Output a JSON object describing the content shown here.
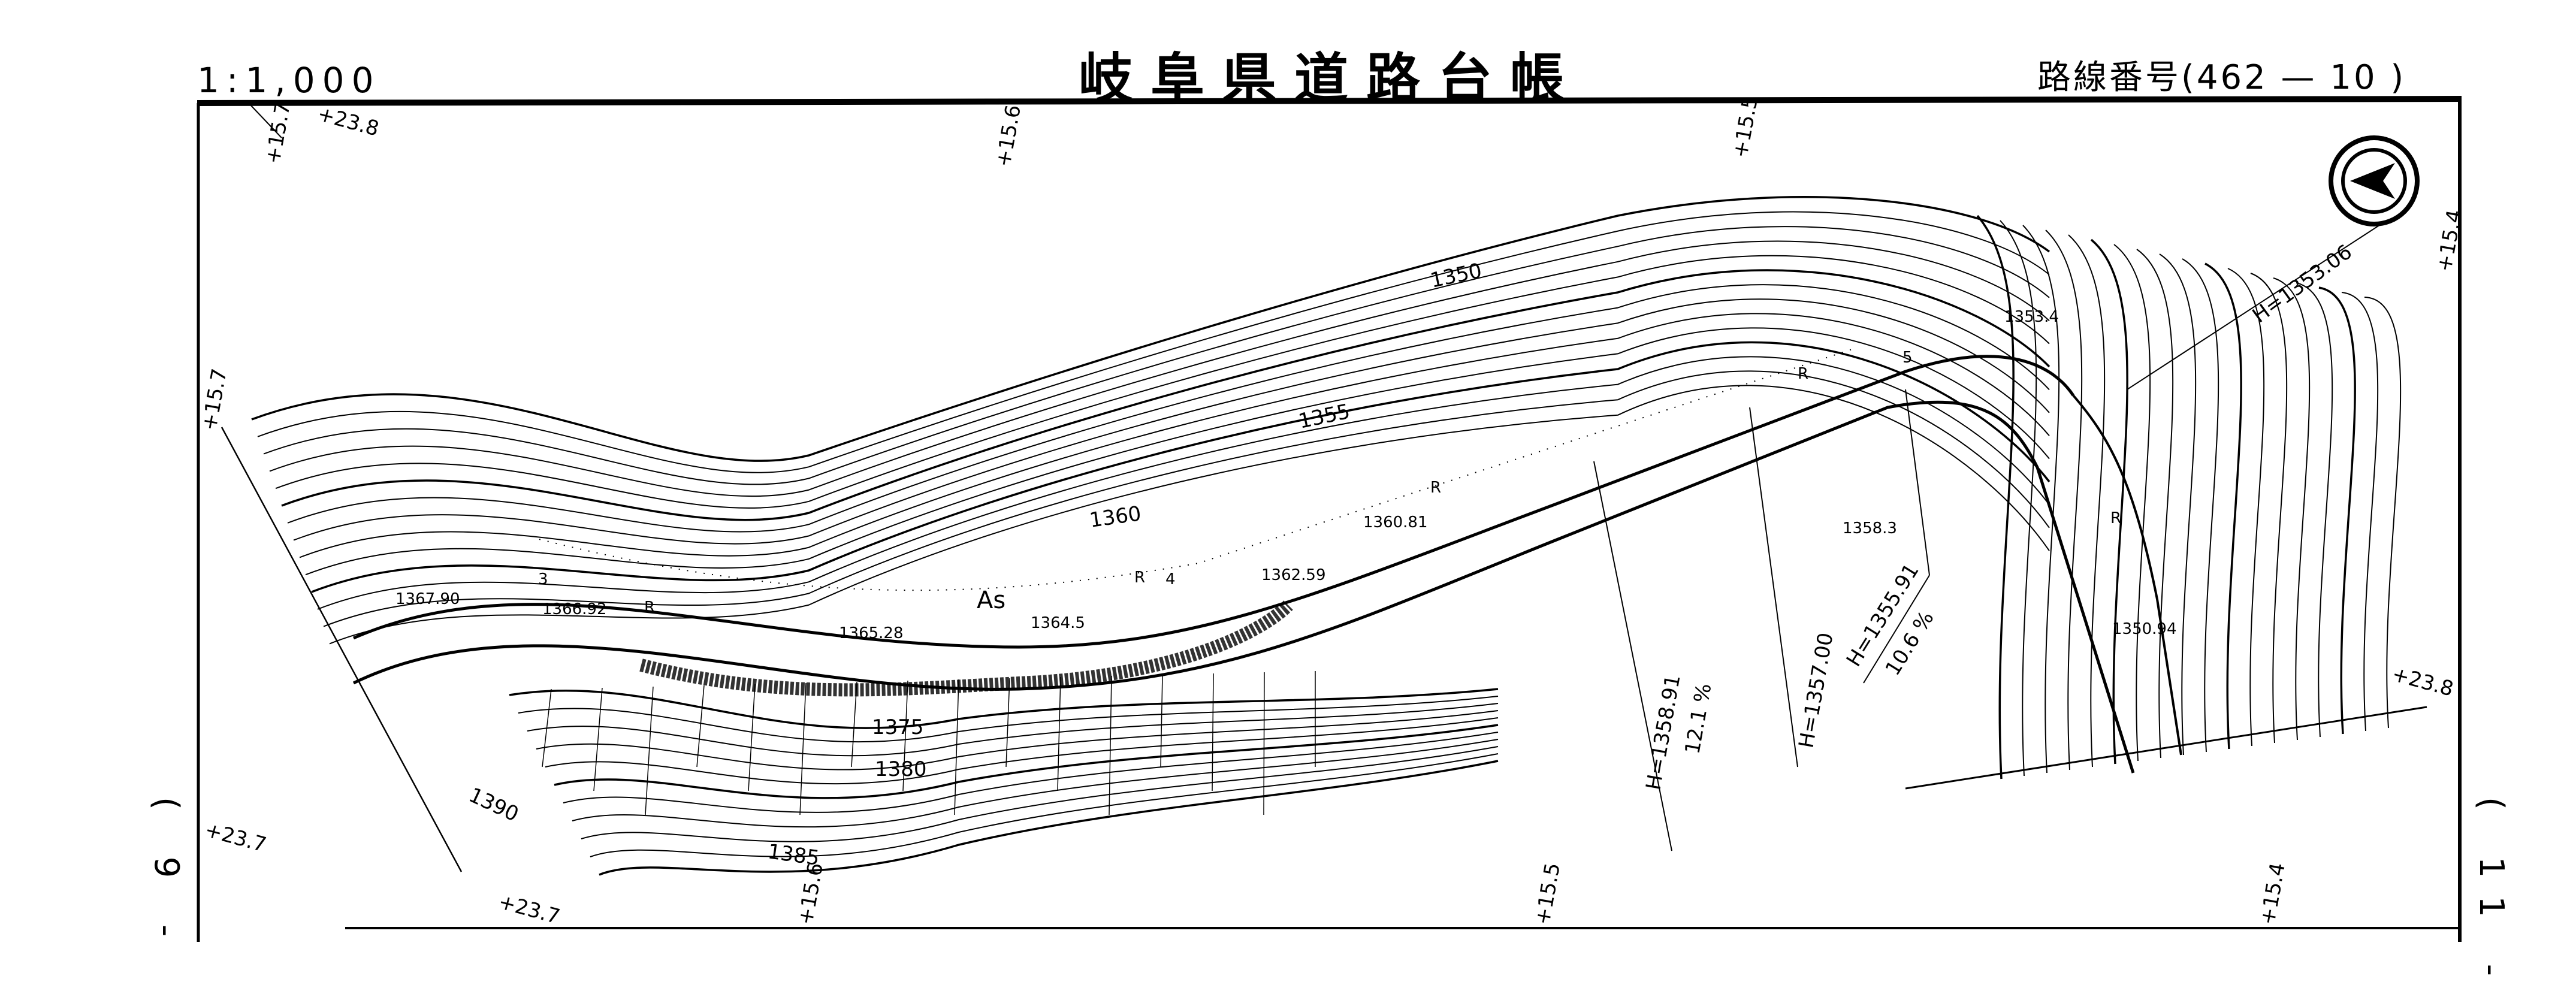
{
  "header": {
    "scale": "1:1,000",
    "title": "岐阜県道路台帳",
    "route_label": "路線番号",
    "route_number": "(462 — 10 )"
  },
  "side_refs": {
    "left": "( 9 -",
    "right": "( 11 -"
  },
  "north_arrow": {
    "icon": "north-arrow-icon"
  },
  "offsets": {
    "top": [
      "+15.7",
      "+23.8",
      "+15.6",
      "+15.5",
      "+15.4"
    ],
    "left": [
      "+15.7",
      "+23.7"
    ],
    "right": [
      "+23.8"
    ],
    "bottom": [
      "+23.7",
      "+15.6",
      "+15.5",
      "+15.4"
    ]
  },
  "contours": [
    "1350",
    "1355",
    "1360",
    "1375",
    "1380",
    "1385",
    "1390"
  ],
  "spot_heights": [
    "1367.90",
    "1366.92",
    "1365.28",
    "1364.5",
    "1362.59",
    "1360.81",
    "1353.4",
    "1358.3",
    "1350.94"
  ],
  "stations": [
    "3",
    "4",
    "5"
  ],
  "road_marks": {
    "r": "R",
    "surface": "As"
  },
  "profile_notes": {
    "h1": "H=1353.06",
    "h2": "H=1358.91",
    "g2": "12.1 %",
    "h3": "H=1357.00",
    "h4": "H=1355.91",
    "g4": "10.6 %"
  }
}
